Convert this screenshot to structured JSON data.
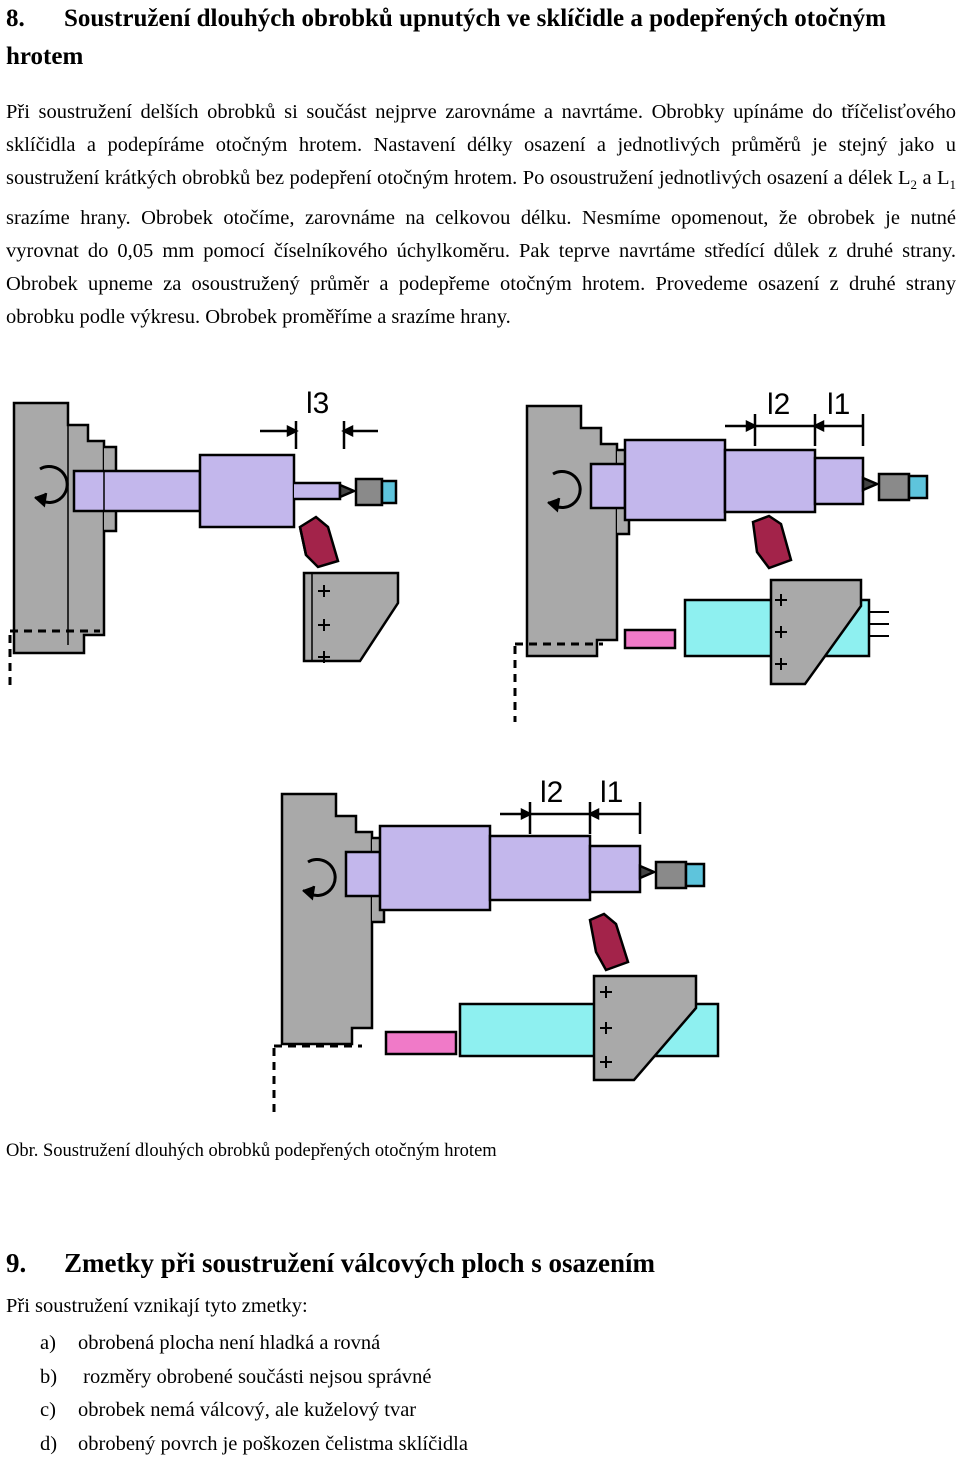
{
  "section8": {
    "number": "8.",
    "title": "Soustružení dlouhých obrobků upnutých ve sklíčidle a podepřených otočným hrotem"
  },
  "paragraph": {
    "part1": "Při soustružení delších obrobků si součást nejprve zarovnáme a navrtáme. Obrobky upínáme do tříčelisťového sklíčidla a podepíráme otočným hrotem. Nastavení délky osazení a jednotlivých průměrů je stejný jako u soustružení krátkých obrobků bez podepření otočným hrotem. Po osoustružení jednotlivých osazení a délek L",
    "sub1": "2",
    "part2": " a L",
    "sub2": "1",
    "part3": " srazíme hrany. Obrobek otočíme, zarovnáme na celkovou délku. Nesmíme opomenout, že obrobek je nutné vyrovnat do 0,05 mm pomocí číselníkového úchylkoměru. Pak teprve navrtáme středící důlek z druhé strany. Obrobek upneme za osoustružený průměr a podepřeme otočným hrotem. Provedeme osazení z druhé strany obrobku podle výkresu. Obrobek proměříme a srazíme hrany."
  },
  "figure": {
    "fig1_label": "l3",
    "fig2_labels": [
      "l2",
      "l1"
    ],
    "fig3_labels": [
      "l2",
      "l1"
    ],
    "colors": {
      "chuck": "#a9a9a9",
      "workpiece": "#c3b7ec",
      "tool": "#a3234a",
      "toolholder": "#8ef0f0",
      "center": "#5ec4dc",
      "pink": "#f07ac8"
    }
  },
  "caption": "Obr. Soustružení dlouhých obrobků podepřených otočným hrotem",
  "section9": {
    "number": "9.",
    "title": "Zmetky při soustružení válcových ploch s osazením",
    "intro": "Při soustružení vznikají tyto zmetky:",
    "items": [
      {
        "marker": "a)",
        "text": "obrobená plocha není hladká a rovná"
      },
      {
        "marker": "b)",
        "text": " rozměry obrobené součásti nejsou správné"
      },
      {
        "marker": "c)",
        "text": "obrobek nemá válcový, ale kuželový tvar"
      },
      {
        "marker": "d)",
        "text": "obrobený povrch je poškozen čelistma sklíčidla"
      }
    ]
  }
}
